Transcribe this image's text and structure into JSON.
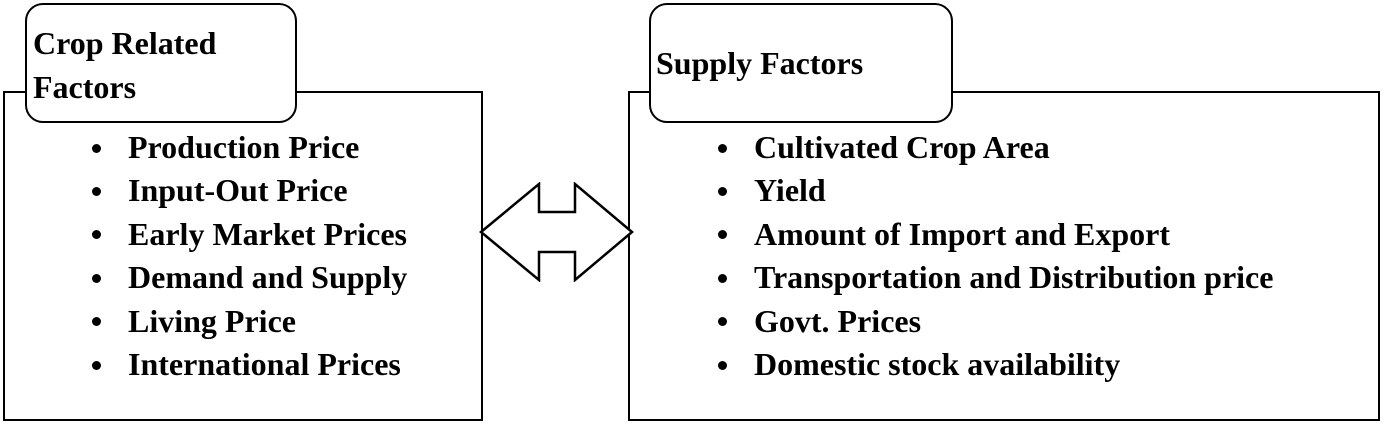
{
  "left_box": {
    "title": "Crop Related Factors",
    "items": [
      "Production Price",
      "Input-Out Price",
      "Early Market Prices",
      "Demand and Supply",
      "Living Price",
      "International Prices"
    ]
  },
  "right_box": {
    "title": "Supply Factors",
    "items": [
      "Cultivated Crop Area",
      "Yield",
      "Amount of Import and Export",
      "Transportation and Distribution price",
      "Govt. Prices",
      "Domestic stock availability"
    ]
  },
  "connector": {
    "icon": "double-headed-arrow-icon",
    "stroke": "#000000",
    "fill": "#ffffff"
  }
}
